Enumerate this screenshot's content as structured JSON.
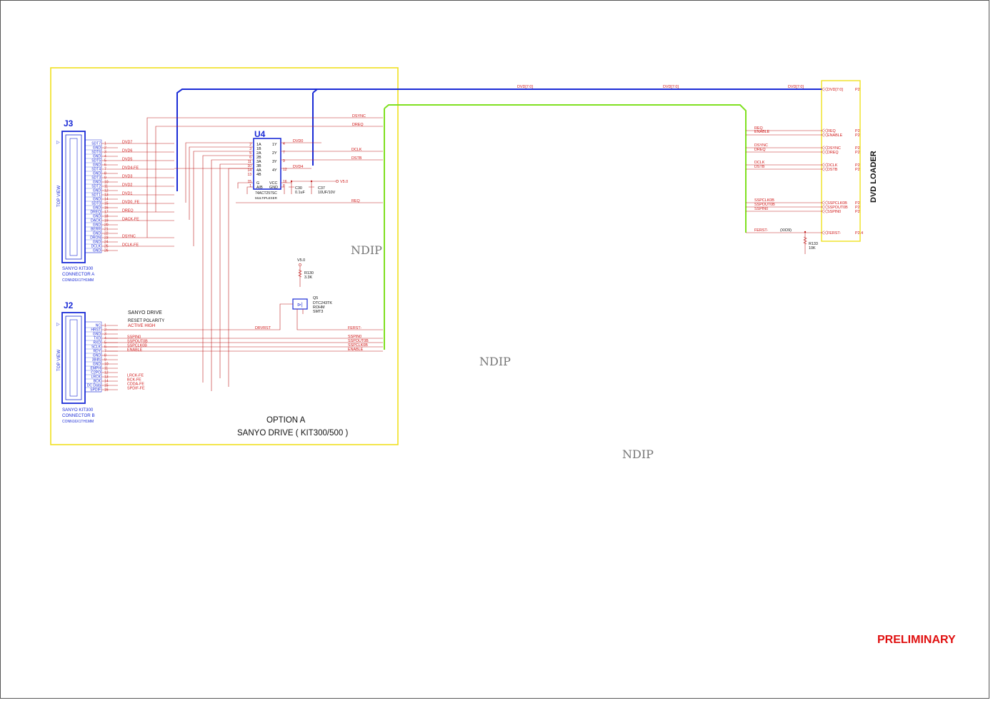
{
  "title_block": {
    "prelim": "PRELIMINARY"
  },
  "watermarks": [
    "NDIP",
    "NDIP",
    "NDIP"
  ],
  "option": {
    "line1": "OPTION A",
    "line2": "SANYO DRIVE ( KIT300/500 )"
  },
  "j3": {
    "ref": "J3",
    "view": "TOP VIEW",
    "name1": "SANYO KIT300",
    "name2": "CONNECTOR A",
    "part": "CONN26X1TH1MM",
    "pins": [
      "SDT7",
      "GND",
      "SDT6",
      "GND",
      "SDT5",
      "GND",
      "SDT4",
      "GND",
      "SDT3",
      "GND",
      "SDT2",
      "GND",
      "SDT1",
      "GND",
      "SDT0",
      "GND",
      "DREQ",
      "GND",
      "DACK",
      "GND",
      "BERR",
      "GND",
      "DRON",
      "GND",
      "DCLK",
      "GND"
    ],
    "nets": [
      "DVD7",
      "",
      "DVD6",
      "",
      "DVD5",
      "",
      "DVD4-FE",
      "",
      "DVD3",
      "",
      "DVD2",
      "",
      "DVD1",
      "",
      "DVD0_FE",
      "",
      "DREQ",
      "",
      "DACK-FE",
      "",
      "",
      "",
      "DSYNC",
      "",
      "DCLK-FE",
      ""
    ]
  },
  "j2": {
    "ref": "J2",
    "view": "TOP VIEW",
    "name1": "SANYO KIT300",
    "name2": "CONNECTOR B",
    "part": "CONN16X1TH1MM",
    "pins": [
      "NC",
      "HRST",
      "GND",
      "TXD",
      "RXD",
      "SCLK",
      "RDY",
      "GND",
      "384fs",
      "GND",
      "EMPH",
      "C2PO",
      "LRCK",
      "BCK",
      "DC Data",
      "SPDIF"
    ],
    "nets": [
      "",
      "",
      "",
      "SSPIN0",
      "SSPOUT0B",
      "SSPCLK0B",
      "ENABLE",
      "",
      "",
      "",
      "",
      "",
      "LRCK-FE",
      "BCK-FE",
      "CDDA-FE",
      "SPDIF-FE"
    ],
    "note1": "SANYO   DRIVE",
    "note2": "RESET POLARITY",
    "note3": "ACTIVE HIGH"
  },
  "u4": {
    "ref": "U4",
    "part": "74ACT257SC",
    "desc": "MULTIPLEXER",
    "left_pins": [
      "1A",
      "1B",
      "2A",
      "2B",
      "3A",
      "3B",
      "4A",
      "4B"
    ],
    "left_nums": [
      "2",
      "3",
      "5",
      "6",
      "11",
      "10",
      "14",
      "13"
    ],
    "right_pins": [
      "1Y",
      "2Y",
      "3Y",
      "4Y"
    ],
    "right_nums": [
      "4",
      "7",
      "9",
      "12"
    ],
    "ctrl": [
      "G",
      "A/B"
    ],
    "pwr": [
      "VCC",
      "GND"
    ],
    "ctrl_nums": [
      "15",
      "1"
    ],
    "pwr_nums": [
      "16",
      "8"
    ]
  },
  "u4_nets": {
    "y1": "DVD0",
    "y2": "DCLK",
    "y3": "DSTB",
    "y4": "DVD4",
    "vcc": "V5.0"
  },
  "caps": {
    "c30": "C30",
    "c30v": "0.1uF",
    "c37": "C37",
    "c37v": "10UF/10V"
  },
  "transistor": {
    "ref": "Q5",
    "part": "DTC243TK",
    "mfr": "ROHM",
    "pkg": "SMT3",
    "vcc": "V5.0",
    "r": "R130",
    "rv": "3.3K"
  },
  "mid_nets": {
    "dsync": "DSYNC",
    "dreq": "DREQ",
    "req": "REQ",
    "drvrst": "DRVRST",
    "ferst": "FERST-",
    "sspin": "SSPIN0",
    "sspout": "SSPOUT0B",
    "sspclk": "SSPCLK0B",
    "enable": "ENABLE"
  },
  "bus_labels": [
    "DVD[7:0]",
    "DVD[7:0]",
    "DVD[7:0]"
  ],
  "loader": {
    "title": "DVD   LOADER",
    "ports": [
      "DVD[7:0]",
      "REQ",
      "ENABLE",
      "DSYNC",
      "DREQ",
      "DCLK",
      "DSTB",
      "SSPCLK0B",
      "SSPOUT0B",
      "SSPIN0",
      "FERST-"
    ],
    "left": [
      "REQ",
      "ENABLE",
      "DSYNC",
      "DREQ",
      "DCLK",
      "DSTB",
      "SSPCLK0B",
      "SSPOUT0B",
      "SSPIN0",
      "FERST-"
    ],
    "pages": [
      "P2",
      "P2",
      "P2",
      "P2",
      "P2",
      "P2",
      "P2",
      "P2",
      "P2",
      "P2",
      "P2.4"
    ],
    "xio": "(XIO9)",
    "r": "R133",
    "rv": "10K"
  }
}
